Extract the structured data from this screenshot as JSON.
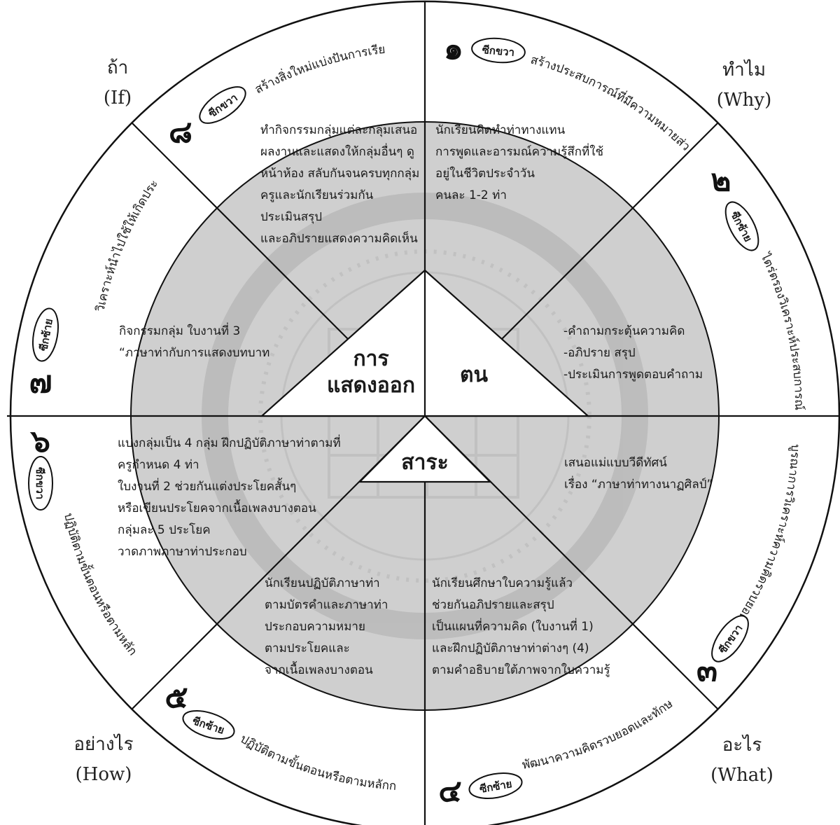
{
  "corners": {
    "if": {
      "thai": "ถ้า",
      "en": "(If)"
    },
    "why": {
      "thai": "ทำไม",
      "en": "(Why)"
    },
    "how": {
      "thai": "อย่างไร",
      "en": "(How)"
    },
    "what": {
      "thai": "อะไร",
      "en": "(What)"
    }
  },
  "center": {
    "left_line1": "การ",
    "left_line2": "แสดงออก",
    "right": "ตน",
    "bottom": "สาระ"
  },
  "steps": [
    {
      "num": "๑",
      "badge": "ซีกขวา",
      "title": "สร้างประสบการณ์ที่มีความหมายส่วนตัว",
      "lines": [
        "นักเรียนคิดทำท่าทางแทน",
        "การพูดและอารมณ์ความรู้สึกที่ใช้",
        "อยู่ในชีวิตประจำวัน",
        "คนละ 1-2 ท่า"
      ]
    },
    {
      "num": "๒",
      "badge": "ซีกซ้าย",
      "title": "ไตร่ตรองวิเคราะห์ประสบการณ์",
      "lines": [
        "-คำถามกระตุ้นความคิด",
        "-อภิปราย สรุป",
        "-ประเมินการพูดตอบคำถาม"
      ]
    },
    {
      "num": "๓",
      "badge": "ซีกขวา",
      "title": "บูรณาการวิเคราะห์ความคิดรวบยอด",
      "lines": [
        "เสนอแม่แบบวีดีทัศน์",
        "เรื่อง “ภาษาท่าทางนาฏศิลป์”"
      ]
    },
    {
      "num": "๔",
      "badge": "ซีกซ้าย",
      "title": "พัฒนาความคิดรวบยอดและทักษะ",
      "lines": [
        "นักเรียนศึกษาใบความรู้แล้ว",
        "ช่วยกันอภิปรายและสรุป",
        "เป็นแผนที่ความคิด (ใบงานที่ 1)",
        "และฝึกปฏิบัติภาษาท่าต่างๆ (4)",
        "ตามคำอธิบายใต้ภาพจากใบความรู้"
      ]
    },
    {
      "num": "๕",
      "badge": "ซีกซ้าย",
      "title": "ปฏิบัติตามขั้นตอนหรือตามหลักการ",
      "lines": [
        "นักเรียนปฏิบัติภาษาท่า",
        "ตามบัตรคำและภาษาท่า",
        "ประกอบความหมาย",
        "ตามประโยคและ",
        "จากเนื้อเพลงบางตอน"
      ]
    },
    {
      "num": "๖",
      "badge": "ซีกขวา",
      "title": "ปฏิบัติตามขั้นตอนหรือตามหลักการ",
      "lines": [
        "แบ่งกลุ่มเป็น 4 กลุ่ม ฝึกปฏิบัติภาษาท่าตามที่",
        "ครูกำหนด 4 ท่า",
        "ใบงานที่ 2 ช่วยกันแต่งประโยคสั้นๆ",
        "หรือเขียนประโยคจากเนื้อเพลงบางตอน",
        "กลุ่มละ 5 ประโยค",
        "วาดภาพภาษาท่าประกอบ"
      ]
    },
    {
      "num": "๗",
      "badge": "ซีกซ้าย",
      "title": "วิเคราะห์นำไปใช้ให้เกิดประโยชน์",
      "lines": [
        "กิจกรรมกลุ่ม ใบงานที่ 3",
        "“ภาษาท่ากับการแสดงบทบาท"
      ]
    },
    {
      "num": "๘",
      "badge": "ซีกขวา",
      "title": "สร้างสิ่งใหม่แบ่งปันการเรียนรู้",
      "lines": [
        "ทำกิจกรรมกลุ่มแต่ละกลุ่มเสนอ",
        "ผลงานและแสดงให้กลุ่มอื่นๆ ดู",
        "หน้าห้อง สลับกันจนครบทุกกลุ่ม",
        "ครูและนักเรียนร่วมกัน",
        "ประเมินสรุป",
        "และอภิปรายแสดงความคิดเห็น"
      ]
    }
  ],
  "colors": {
    "inner_fill": "#cfcfcf",
    "line": "#111111",
    "ring": "#ffffff",
    "watermark": "#b9b9b9"
  }
}
